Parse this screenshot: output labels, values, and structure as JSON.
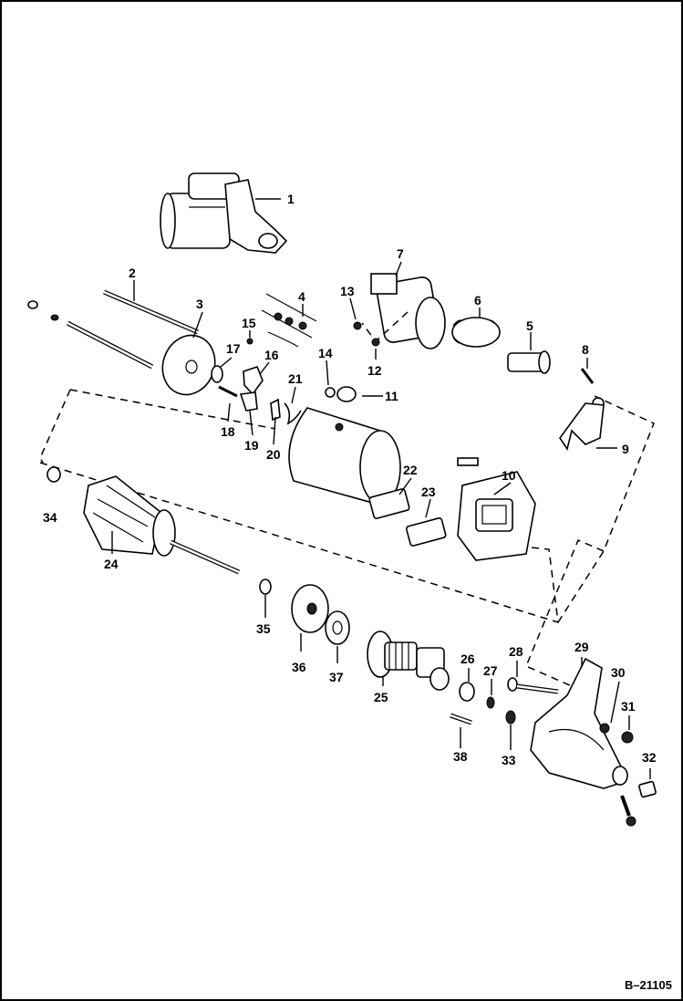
{
  "diagram": {
    "callouts": [
      "1",
      "2",
      "3",
      "4",
      "5",
      "6",
      "7",
      "8",
      "9",
      "10",
      "11",
      "12",
      "13",
      "14",
      "15",
      "16",
      "17",
      "18",
      "19",
      "20",
      "21",
      "22",
      "23",
      "24",
      "25",
      "26",
      "27",
      "28",
      "29",
      "30",
      "31",
      "32",
      "33",
      "34",
      "35",
      "36",
      "37",
      "38"
    ],
    "reference": "B–21105"
  }
}
